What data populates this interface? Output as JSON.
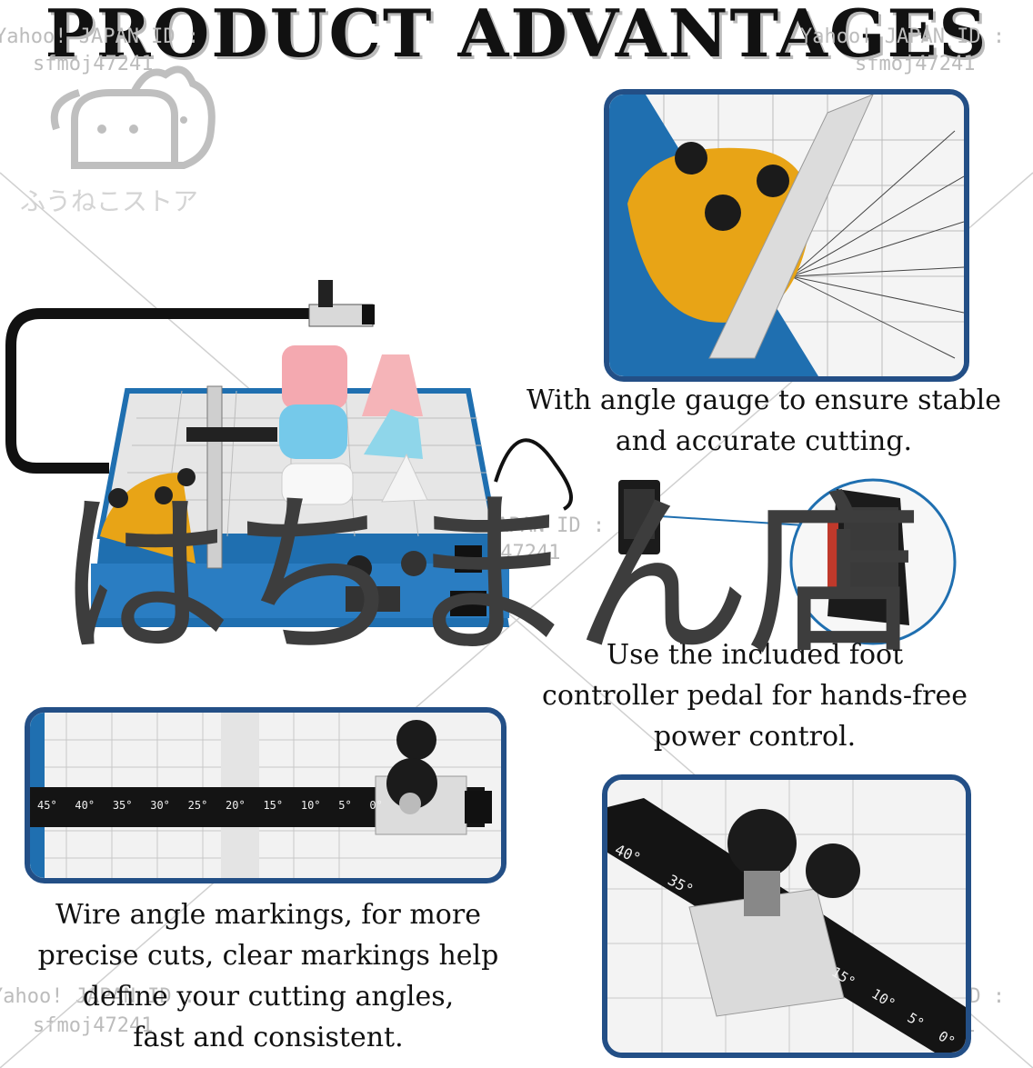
{
  "title": "PRODUCT ADVANTAGES",
  "store": {
    "name": "ふうねこストア",
    "overlay_text": "はちまん店"
  },
  "watermark": {
    "yahoo_a": "Yahoo! JAPAN ID :",
    "yahoo_b": "Yahoo! JAPAN ID :",
    "yahoo_c": "Yahoo! JAPAN ID :",
    "yahoo_d": "Yahoo! JAPAN ID :",
    "yahoo_e": "Yahoo! JAPAN ID :",
    "id": "sfmoj47241"
  },
  "captions": {
    "angle_gauge": [
      "With angle gauge to ensure stable",
      "and accurate cutting."
    ],
    "foot_pedal": [
      "Use the included foot",
      "controller pedal for hands-free",
      "power control."
    ],
    "wire_angle": [
      "Wire angle markings, for more",
      "precise cuts, clear markings help",
      "define your cutting angles,",
      "fast and consistent."
    ]
  },
  "ruler_marks": [
    "45°",
    "40°",
    "35°",
    "30°",
    "25°",
    "20°",
    "15°",
    "10°",
    "5°",
    "0°"
  ],
  "detail_marks": [
    "40°",
    "35°",
    "15°",
    "10°",
    "5°",
    "0°"
  ],
  "colors": {
    "panel_border": "#234f86",
    "machine_blue": "#1f6fb0",
    "gauge_gold": "#e8a416"
  }
}
